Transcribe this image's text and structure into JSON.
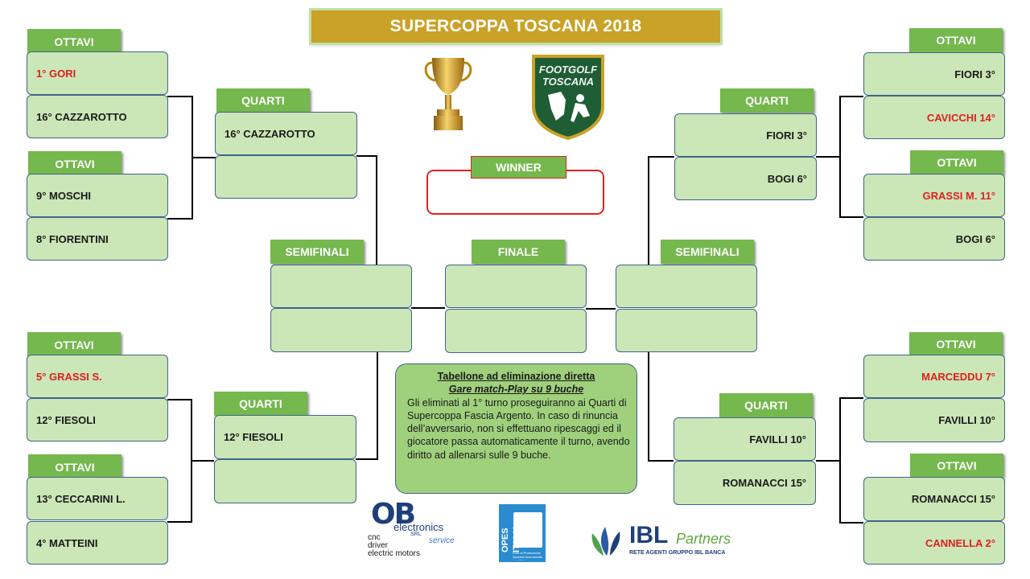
{
  "title": "SUPERCOPPA TOSCANA 2018",
  "logo_text": {
    "line1": "FOOTGOLF",
    "line2": "TOSCANA"
  },
  "labels": {
    "ottavi": "OTTAVI",
    "quarti": "QUARTI",
    "semifinali": "SEMIFINALI",
    "finale": "FINALE",
    "winner": "WINNER"
  },
  "left": {
    "ottavi": [
      [
        "1° GORI",
        "16° CAZZAROTTO"
      ],
      [
        "9° MOSCHI",
        "8° FIORENTINI"
      ],
      [
        "5° GRASSI S.",
        "12° FIESOLI"
      ],
      [
        "13° CECCARINI L.",
        "4° MATTEINI"
      ]
    ],
    "quarti": [
      [
        "16° CAZZAROTTO",
        ""
      ],
      [
        "12° FIESOLI",
        ""
      ]
    ]
  },
  "right": {
    "ottavi": [
      [
        "FIORI 3°",
        "CAVICCHI 14°"
      ],
      [
        "GRASSI M. 11°",
        "BOGI 6°"
      ],
      [
        "MARCEDDU 7°",
        "FAVILLI 10°"
      ],
      [
        "ROMANACCI 15°",
        "CANNELLA 2°"
      ]
    ],
    "quarti": [
      [
        "FIORI 3°",
        "BOGI 6°"
      ],
      [
        "FAVILLI 10°",
        "ROMANACCI 15°"
      ]
    ]
  },
  "info": {
    "heading1": "Tabellone ad eliminazione diretta",
    "heading2": "Gare match-Play su 9 buche",
    "body": "Gli eliminati al 1° turno proseguiranno ai Quarti di Supercoppa Fascia Argento. In caso di rinuncia dell’avversario, non si effettuano ripescaggi ed il giocatore passa automaticamente il turno,  avendo diritto ad allenarsi sulle 9 buche."
  },
  "sponsors": {
    "ob": {
      "big": "OB",
      "line1": "electronics",
      "srl": "SRL",
      "service": "service",
      "l1": "cnc",
      "l2": "driver",
      "l3": "electric motors"
    },
    "opes": {
      "name": "OPES ITALIA",
      "tag": "Ente di Promozione Sportiva riconosciuto dal CONI"
    },
    "ibl": {
      "name": "IBL",
      "partners": "Partners",
      "tag": "RETE AGENTI GRUPPO IBL BANCA"
    }
  },
  "colors": {
    "label_green": "#75b84e",
    "box_green": "#cbe6b7",
    "gold": "#c9a227",
    "highlight_red": "#e02020",
    "border_blue": "#3f6589"
  }
}
